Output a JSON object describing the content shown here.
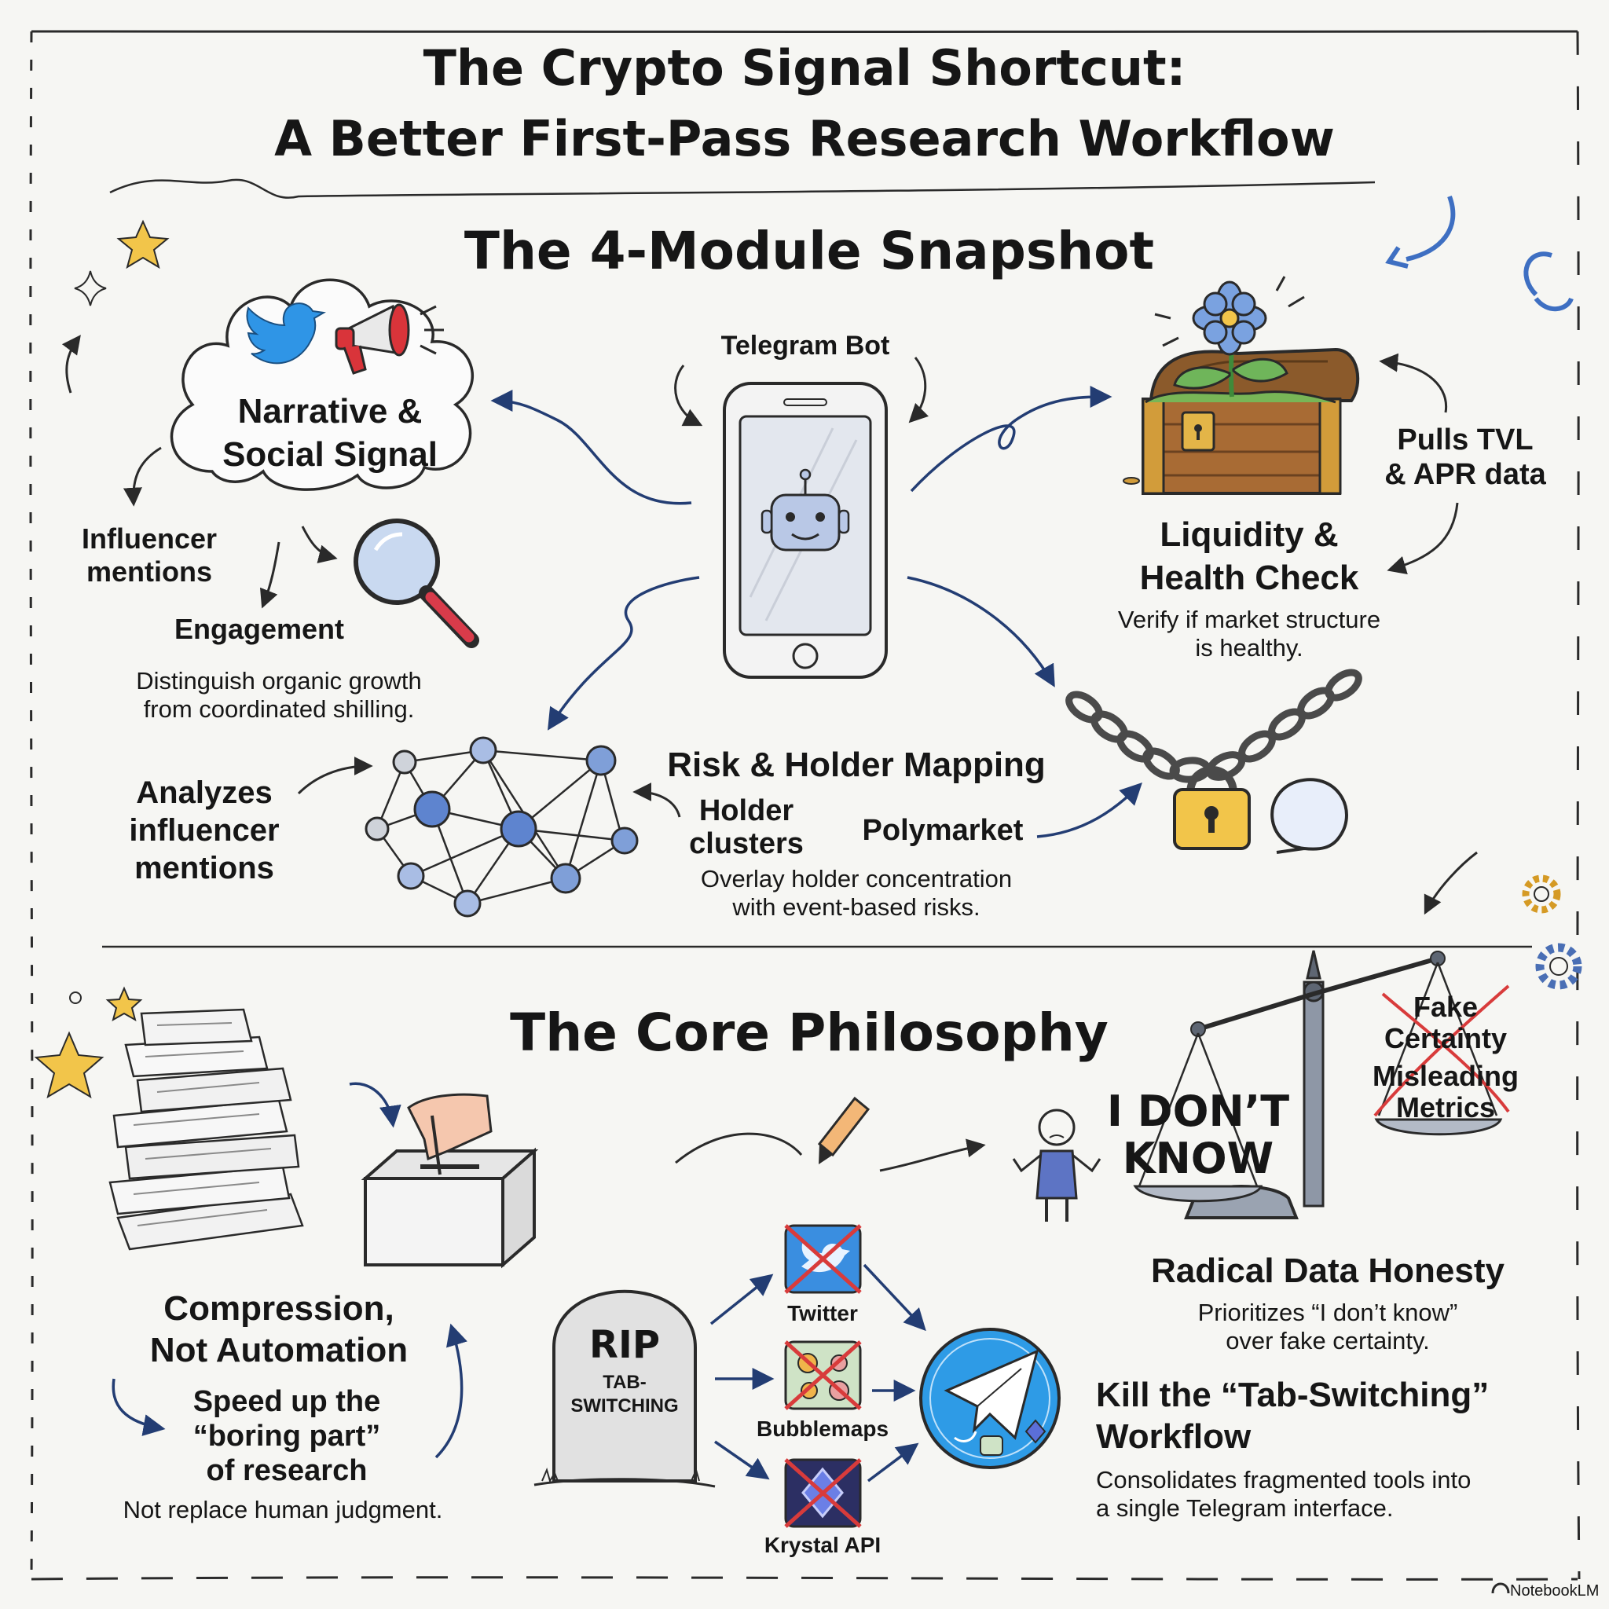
{
  "header": {
    "title_line1": "The Crypto Signal Shortcut:",
    "title_line2": "A Better First-Pass Research Workflow"
  },
  "snapshot": {
    "heading": "The 4-Module Snapshot",
    "center_label": "Telegram Bot",
    "narrative": {
      "title_line1": "Narrative &",
      "title_line2": "Social Signal",
      "sub1_line1": "Influencer",
      "sub1_line2": "mentions",
      "sub2": "Engagement",
      "desc_line1": "Distinguish organic growth",
      "desc_line2": "from coordinated shilling."
    },
    "liquidity": {
      "note_line1": "Pulls TVL",
      "note_line2": "& APR data",
      "title_line1": "Liquidity &",
      "title_line2": "Health Check",
      "desc_line1": "Verify if market structure",
      "desc_line2": "is healthy."
    },
    "risk": {
      "left_line1": "Analyzes",
      "left_line2": "influencer",
      "left_line3": "mentions",
      "title": "Risk & Holder Mapping",
      "sub1_line1": "Holder",
      "sub1_line2": "clusters",
      "sub2": "Polymarket",
      "desc_line1": "Overlay holder concentration",
      "desc_line2": "with event-based risks."
    }
  },
  "philosophy": {
    "heading": "The Core Philosophy",
    "compression": {
      "title_line1": "Compression,",
      "title_line2": "Not Automation",
      "sub_line1": "Speed up the",
      "sub_line2": "“boring part”",
      "sub_line3": "of research",
      "desc": "Not replace human judgment."
    },
    "honesty": {
      "scale_left_line1": "I DON’T",
      "scale_left_line2": "KNOW",
      "scale_right_1": "Fake",
      "scale_right_2": "Certainty",
      "scale_right_3": "Misleading",
      "scale_right_4": "Metrics",
      "title": "Radical Data Honesty",
      "desc_line1": "Prioritizes “I don’t know”",
      "desc_line2": "over fake certainty."
    },
    "tabs": {
      "tomb_line1": "RIP",
      "tomb_line2": "TAB-",
      "tomb_line3": "SWITCHING",
      "tools": [
        "Twitter",
        "Bubblemaps",
        "Krystal API"
      ],
      "title_line1": "Kill the “Tab-Switching”",
      "title_line2": "Workflow",
      "desc_line1": "Consolidates fragmented tools into",
      "desc_line2": "a single Telegram interface."
    }
  },
  "footer": {
    "brand": "NotebookLM"
  }
}
